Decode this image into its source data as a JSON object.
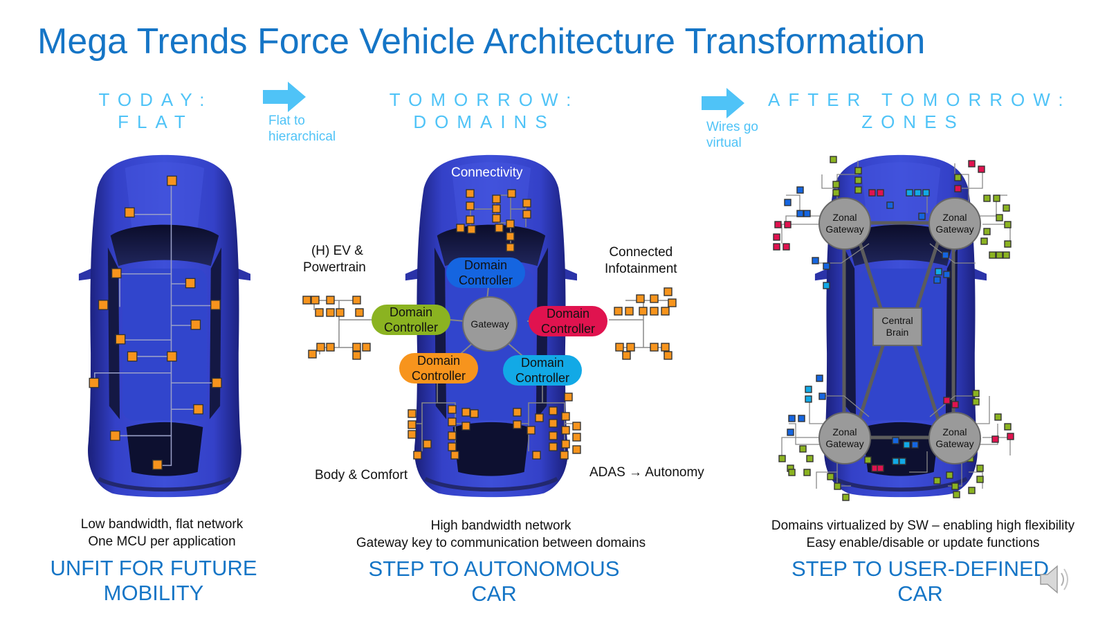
{
  "slide": {
    "title": "Mega Trends Force Vehicle Architecture Transformation"
  },
  "columns": [
    {
      "heading_line1": "TODAY:",
      "heading_line2": "FLAT",
      "caption_line1": "Low bandwidth, flat network",
      "caption_line2": "One MCU per application",
      "verdict_line1": "UNFIT FOR FUTURE",
      "verdict_line2": "MOBILITY"
    },
    {
      "heading_line1": "TOMORROW:",
      "heading_line2": "DOMAINS",
      "caption_line1": "High bandwidth network",
      "caption_line2": "Gateway key to communication between domains",
      "verdict_line1": "STEP TO AUTONOMOUS",
      "verdict_line2": "CAR"
    },
    {
      "heading_line1": "AFTER TOMORROW:",
      "heading_line2": "ZONES",
      "caption_line1": "Domains virtualized by SW – enabling high flexibility",
      "caption_line2": "Easy enable/disable or update functions",
      "verdict_line1": "STEP TO USER-DEFINED",
      "verdict_line2": "CAR"
    }
  ],
  "transitions": [
    {
      "line1": "Flat to",
      "line2": "hierarchical"
    },
    {
      "line1": "Wires go",
      "line2": "virtual"
    }
  ],
  "domains_diagram": {
    "top_label": "Connectivity",
    "left_label_line1": "(H) EV &",
    "left_label_line2": "Powertrain",
    "right_label_line1": "Connected",
    "right_label_line2": "Infotainment",
    "bottom_left_label": "Body & Comfort",
    "bottom_right_label": "ADAS → Autonomy",
    "gateway_label": "Gateway",
    "controllers": [
      {
        "line1": "Domain",
        "line2": "Controller",
        "color": "#1565e0"
      },
      {
        "line1": "Domain",
        "line2": "Controller",
        "color": "#8bb321"
      },
      {
        "line1": "Domain",
        "line2": "Controller",
        "color": "#e0134f"
      },
      {
        "line1": "Domain",
        "line2": "Controller",
        "color": "#f7941d"
      },
      {
        "line1": "Domain",
        "line2": "Controller",
        "color": "#12a9e6"
      }
    ]
  },
  "zones_diagram": {
    "zonal_gateways": [
      {
        "line1": "Zonal",
        "line2": "Gateway"
      },
      {
        "line1": "Zonal",
        "line2": "Gateway"
      },
      {
        "line1": "Zonal",
        "line2": "Gateway"
      },
      {
        "line1": "Zonal",
        "line2": "Gateway"
      }
    ],
    "central_line1": "Central",
    "central_line2": "Brain"
  },
  "colors": {
    "title": "#1575c6",
    "heading": "#4fc3f7",
    "ecu_orange": "#f7941d",
    "car_blue": "#2a34b8"
  },
  "icons": {
    "transition_arrow": "right-arrow-icon",
    "speaker": "speaker-icon"
  }
}
